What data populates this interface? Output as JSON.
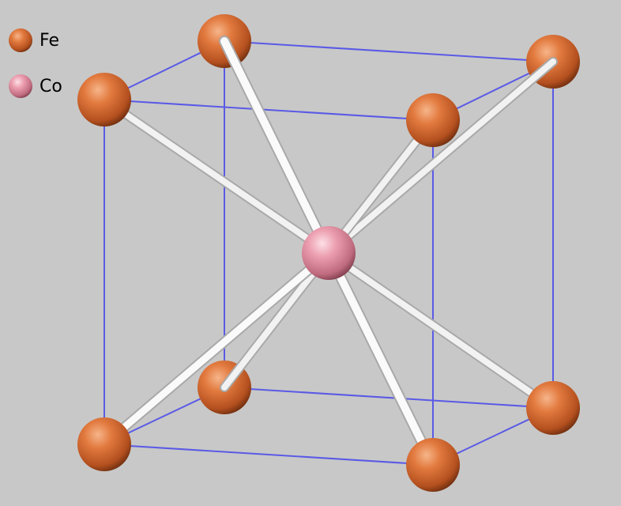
{
  "legend": {
    "items": [
      {
        "label": "Fe",
        "color": "#d96a33"
      },
      {
        "label": "Co",
        "color": "#e898a8"
      }
    ]
  },
  "structure": {
    "cell_edge_color": "#5a5ae6",
    "bond_color": "#f4f4f4",
    "atoms": {
      "corner_element": "Fe",
      "center_element": "Co",
      "corner_count": 8,
      "center_count": 1
    }
  }
}
